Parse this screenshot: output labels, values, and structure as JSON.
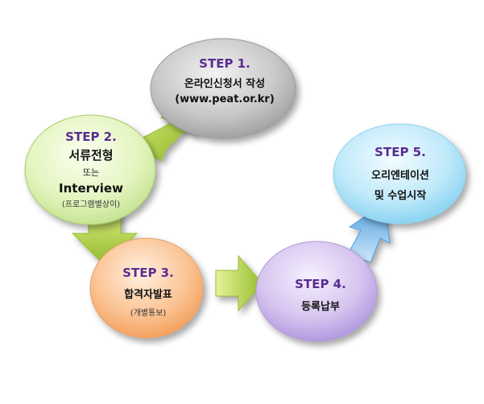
{
  "steps": [
    {
      "id": "step1",
      "label": "STEP 1.",
      "line1": "온라인신청서 작성",
      "line2": "(www.peat.or.kr)"
    },
    {
      "id": "step2",
      "label": "STEP 2.",
      "line1": "서류전형",
      "line2": "또는",
      "line3": "Interview",
      "line4": "(프로그램별상이)"
    },
    {
      "id": "step3",
      "label": "STEP 3.",
      "line1": "합격자발표",
      "line2": "(개별통보)"
    },
    {
      "id": "step4",
      "label": "STEP 4.",
      "line1": "등록납부"
    },
    {
      "id": "step5",
      "label": "STEP 5.",
      "line1": "오리엔테이션",
      "line2": "및 수업시작"
    }
  ],
  "colors": {
    "step_label": "#5a2d91",
    "step1_fill": "#c9c9c9",
    "step2_fill": "#eaf7c8",
    "step3_fill": "#fbc99a",
    "step4_fill": "#d8c8ee",
    "step5_fill": "#c4ecfb",
    "arrow_green": "#a6c93a",
    "arrow_blue": "#6fb3e6"
  }
}
